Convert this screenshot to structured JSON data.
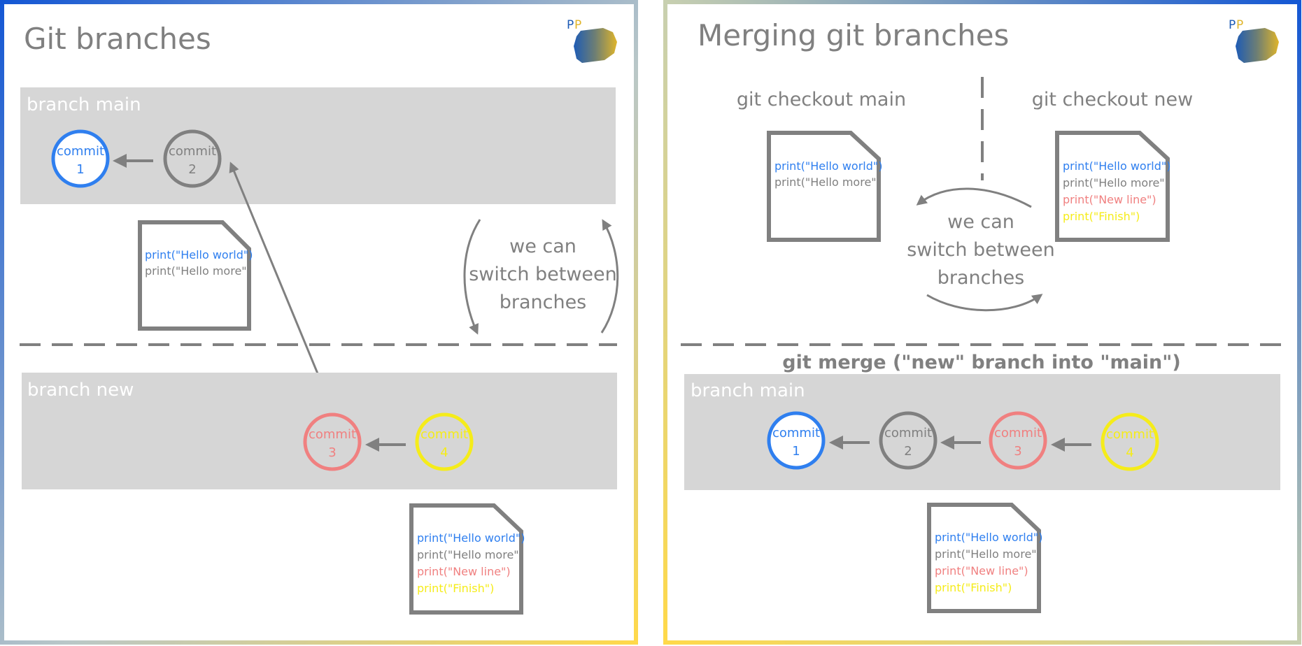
{
  "colors": {
    "blue": "#2f7fef",
    "grey": "#808080",
    "red": "#f08080",
    "yellow": "#f5ec1a",
    "band": "#d6d6d6",
    "frame_blue": "#1457d4",
    "frame_yellow": "#ffd94a"
  },
  "logo": {
    "letters": [
      "P",
      "P"
    ]
  },
  "left": {
    "title": "Git branches",
    "branch_main_label": "branch main",
    "branch_new_label": "branch new",
    "switch_text": [
      "we can",
      "switch between",
      "branches"
    ],
    "commits": [
      {
        "word": "commit",
        "num": "1",
        "color": "blue"
      },
      {
        "word": "commit",
        "num": "2",
        "color": "grey"
      },
      {
        "word": "commit",
        "num": "3",
        "color": "red"
      },
      {
        "word": "commit",
        "num": "4",
        "color": "yellow"
      }
    ],
    "file_main": [
      "print(\"Hello world\")",
      "print(\"Hello more\")"
    ],
    "file_new": [
      "print(\"Hello world\")",
      "print(\"Hello more\")",
      "print(\"New line\")",
      "print(\"Finish\")"
    ]
  },
  "right": {
    "title": "Merging git branches",
    "checkout_main": "git checkout main",
    "checkout_new": "git checkout new",
    "switch_text": [
      "we can",
      "switch between",
      "branches"
    ],
    "file_main": [
      "print(\"Hello world\")",
      "print(\"Hello more\")"
    ],
    "file_new": [
      "print(\"Hello world\")",
      "print(\"Hello more\")",
      "print(\"New line\")",
      "print(\"Finish\")"
    ],
    "merge_label": "git merge (\"new\" branch into \"main\")",
    "branch_main_label": "branch main",
    "commits": [
      {
        "word": "commit",
        "num": "1",
        "color": "blue"
      },
      {
        "word": "commit",
        "num": "2",
        "color": "grey"
      },
      {
        "word": "commit",
        "num": "3",
        "color": "red"
      },
      {
        "word": "commit",
        "num": "4",
        "color": "yellow"
      }
    ],
    "file_merged": [
      "print(\"Hello world\")",
      "print(\"Hello more\")",
      "print(\"New line\")",
      "print(\"Finish\")"
    ]
  }
}
